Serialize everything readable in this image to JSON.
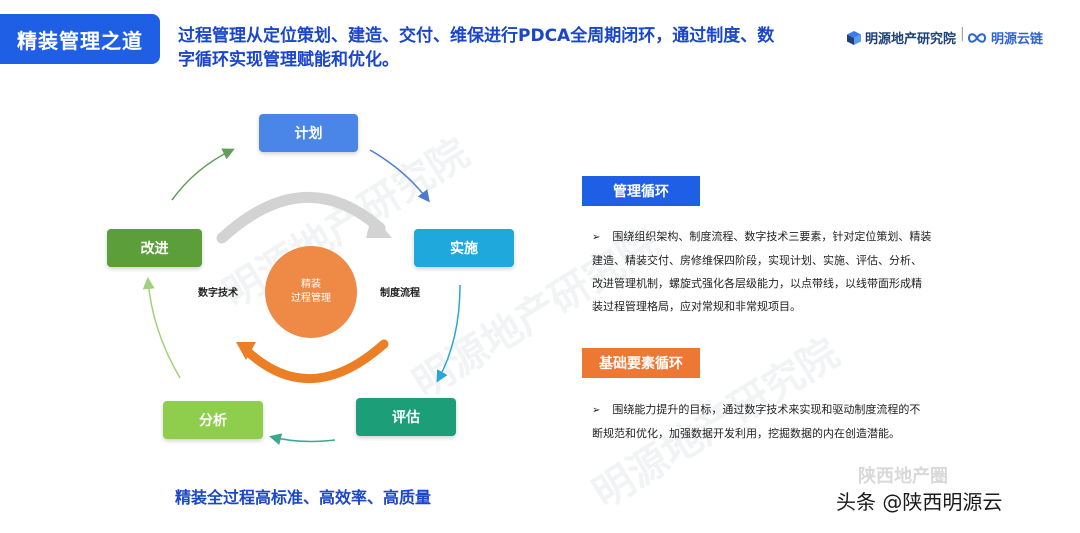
{
  "header": {
    "tag": "精装管理之道",
    "headline": "过程管理从定位策划、建造、交付、维保进行PDCA全周期闭环，通过制度、数字循环实现管理赋能和优化。",
    "brand_primary": "明源地产研究院",
    "brand_separator": "|",
    "brand_secondary": "明源云链"
  },
  "cycle": {
    "nodes": {
      "plan": "计划",
      "do": "实施",
      "evaluate": "评估",
      "analyze": "分析",
      "improve": "改进"
    },
    "core_line1": "精装",
    "core_line2": "过程管理",
    "left_label": "数字技术",
    "right_label": "制度流程",
    "colors": {
      "plan": "#4a86e8",
      "do": "#1ea8dc",
      "evaluate": "#1c9e78",
      "analyze": "#8fce4c",
      "improve": "#5c9e3a",
      "core": "#ee8a45"
    }
  },
  "bottom_title": "精装全过程高标准、高效率、高质量",
  "sections": [
    {
      "title": "管理循环",
      "bullet": "➢",
      "text": "围绕组织架构、制度流程、数字技术三要素，针对定位策划、精装建造、精装交付、房修维保四阶段，实现计划、实施、评估、分析、改进管理机制，螺旋式强化各层级能力，以点带线，以线带面形成精装过程管理格局，应对常规和非常规项目。",
      "color": "#1f5fe6"
    },
    {
      "title": "基础要素循环",
      "bullet": "➢",
      "text": "围绕能力提升的目标，通过数字技术来实现和驱动制度流程的不断规范和优化，加强数据开发利用，挖掘数据的内在创造潜能。",
      "color": "#ec7833"
    }
  ],
  "watermarks": {
    "center": "明源地产研究院",
    "footer_faint": "陕西地产圈",
    "footer_source": "头条 @陕西明源云"
  }
}
